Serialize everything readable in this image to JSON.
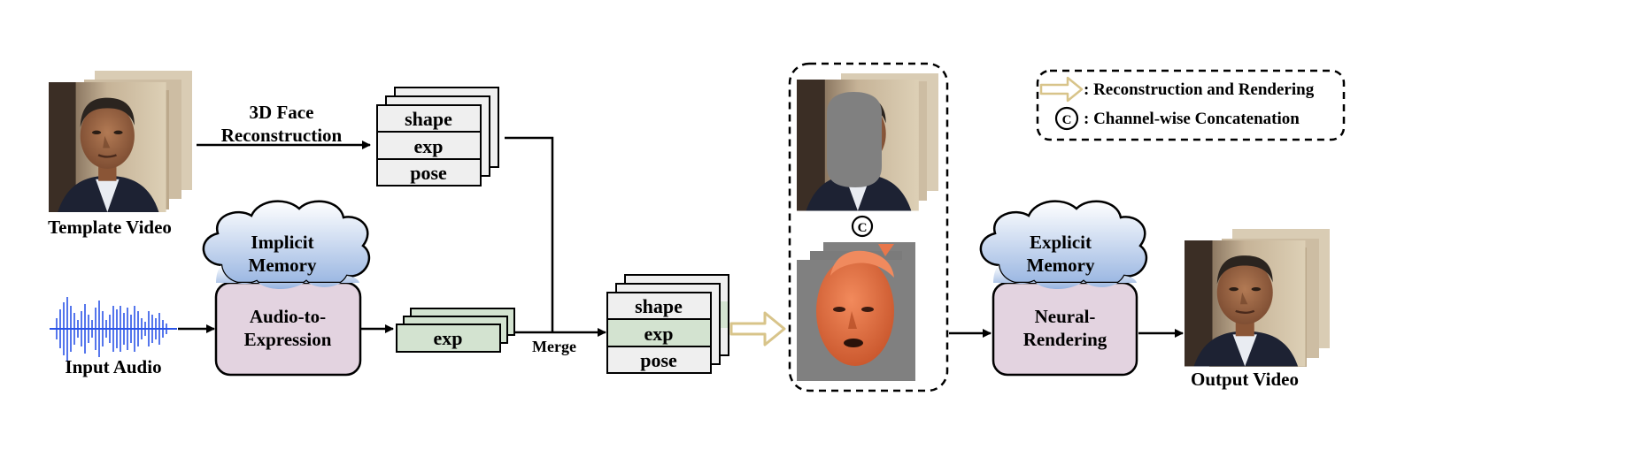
{
  "template_video": {
    "label": "Template Video"
  },
  "face_recon": {
    "label_line1": "3D Face",
    "label_line2": "Reconstruction"
  },
  "params_top": {
    "rows": [
      "shape",
      "exp",
      "pose"
    ]
  },
  "implicit_memory": {
    "line1": "Implicit",
    "line2": "Memory"
  },
  "input_audio": {
    "label": "Input Audio"
  },
  "audio_to_expression": {
    "line1": "Audio-to-",
    "line2": "Expression"
  },
  "exp_stack": {
    "label": "exp"
  },
  "merge": {
    "label": "Merge"
  },
  "params_merged": {
    "rows": [
      "shape",
      "exp",
      "pose"
    ]
  },
  "concat_symbol": "C",
  "explicit_memory": {
    "line1": "Explicit",
    "line2": "Memory"
  },
  "neural_rendering": {
    "line1": "Neural-",
    "line2": "Rendering"
  },
  "output_video": {
    "label": "Output Video"
  },
  "legend": {
    "item1": ": Reconstruction and Rendering",
    "item2": ": Channel-wise Concatenation",
    "symbol": "C"
  },
  "colors": {
    "memory_cloud_top": "#ffffff",
    "memory_cloud_bottom": "#9db8e2",
    "module_fill": "#e3d3e0",
    "exp_fill": "#d3e3d0",
    "param_fill": "#efefef",
    "face_orange": "#e8764a",
    "render_gray": "#808080",
    "yellow_arrow": "#d8c48a"
  }
}
